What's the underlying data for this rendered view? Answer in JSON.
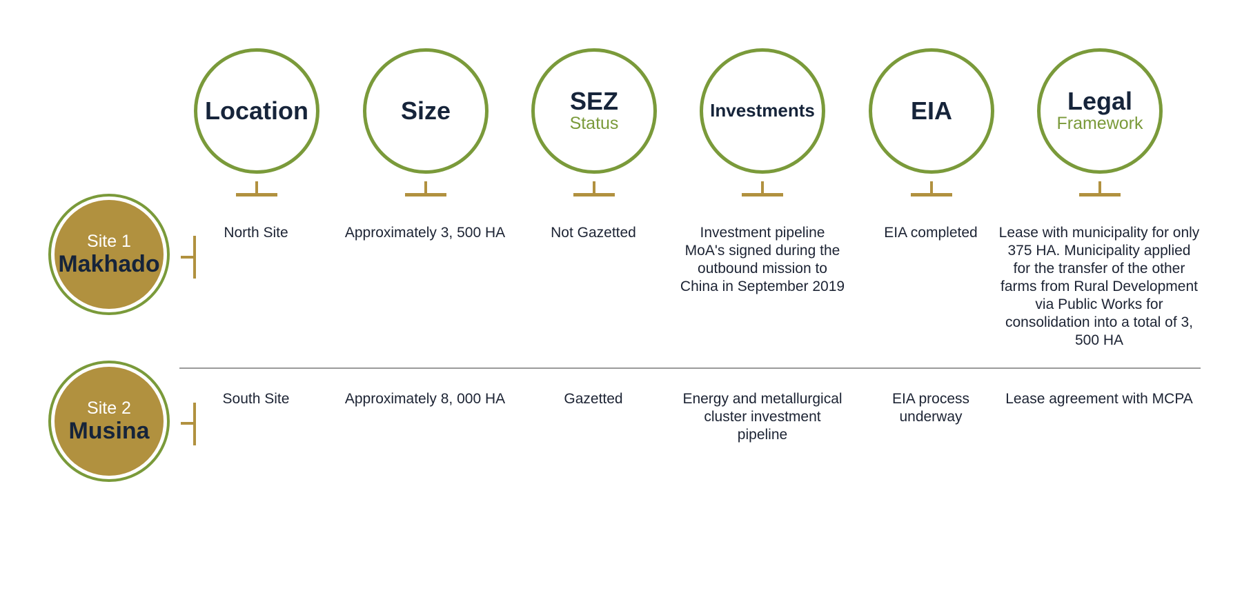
{
  "columns": [
    {
      "main": "Location",
      "sub": ""
    },
    {
      "main": "Size",
      "sub": ""
    },
    {
      "main": "SEZ",
      "sub": "Status"
    },
    {
      "main": "Investments",
      "sub": ""
    },
    {
      "main": "EIA",
      "sub": ""
    },
    {
      "main": "Legal",
      "sub": "Framework"
    }
  ],
  "sites": [
    {
      "label": "Site 1",
      "name": "Makhado",
      "cells": [
        "North Site",
        "Approximately 3, 500 HA",
        "Not Gazetted",
        "Investment pipeline MoA's signed during the outbound mission to China in September 2019",
        "EIA completed",
        "Lease with municipality for only 375 HA. Municipality applied for the transfer of the other farms from Rural Development via Public Works for consolidation into a total of 3, 500 HA"
      ]
    },
    {
      "label": "Site 2",
      "name": "Musina",
      "cells": [
        "South Site",
        "Approximately 8, 000 HA",
        "Gazetted",
        "Energy and metallurgical cluster investment pipeline",
        "EIA process underway",
        "Lease agreement with MCPA"
      ]
    }
  ],
  "colors": {
    "green": "#7a9a3a",
    "gold": "#b1913f",
    "navy": "#16243a"
  }
}
